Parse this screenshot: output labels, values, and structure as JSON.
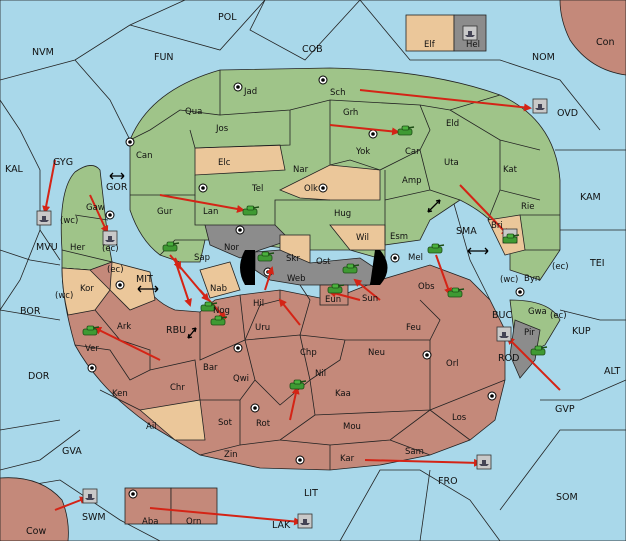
{
  "colors": {
    "sea": "#a9d8ea",
    "player_green": "#9fc489",
    "player_red": "#c4897a",
    "neutral_tan": "#ebc79a",
    "impassable_grey": "#8c8c8c",
    "order_arrow": "#d42416"
  },
  "labels": {
    "pol": "POL",
    "nvm": "NVM",
    "fun": "FUN",
    "cob": "COB",
    "nom": "NOM",
    "con": "Con",
    "elf": "Elf",
    "hel": "Hel",
    "ovd": "OVD",
    "kal": "KAL",
    "gyg": "GYG",
    "gor": "GOR",
    "kam": "KAM",
    "sma": "SMA",
    "mvu": "MVU",
    "tei": "TEI",
    "mit": "MIT",
    "bor": "BOR",
    "buc": "BUC",
    "kup": "KUP",
    "rbu": "RBU",
    "rod": "ROD",
    "dor": "DOR",
    "alt": "ALT",
    "gvp": "GVP",
    "gva": "GVA",
    "fro": "FRO",
    "som": "SOM",
    "lit": "LIT",
    "swm": "SWM",
    "cow": "Cow",
    "aba": "Aba",
    "orn": "Orn",
    "lak": "LAK",
    "jad": "Jad",
    "sch": "Sch",
    "qua": "Qua",
    "jos": "Jos",
    "grh": "Grh",
    "eld": "Eld",
    "can": "Can",
    "yok": "Yok",
    "car": "Car",
    "uta": "Uta",
    "elc": "Elc",
    "nar": "Nar",
    "amp": "Amp",
    "kat": "Kat",
    "tel": "Tel",
    "olk": "Olk",
    "gur": "Gur",
    "lan": "Lan",
    "hug": "Hug",
    "bri": "Bri",
    "rie": "Rie",
    "gaw": "Gaw",
    "her": "Her",
    "nor": "Nor",
    "wil": "Wil",
    "esm": "Esm",
    "sap": "Sap",
    "skr": "Skr",
    "ost": "Ost",
    "web": "Web",
    "mel": "Mel",
    "byn": "Byn",
    "kor": "Kor",
    "nab": "Nab",
    "eun": "Eun",
    "sun": "Sun",
    "obs": "Obs",
    "gwa": "Gwa",
    "ark": "Ark",
    "nog": "Nog",
    "hil": "Hil",
    "uru": "Uru",
    "feu": "Feu",
    "pir": "Pir",
    "ver": "Ver",
    "chp": "Chp",
    "neu": "Neu",
    "orl": "Orl",
    "bar": "Bar",
    "qwi": "Qwi",
    "nil": "Nil",
    "ken": "Ken",
    "chr": "Chr",
    "kaa": "Kaa",
    "ail": "Ail",
    "sot": "Sot",
    "rot": "Rot",
    "mou": "Mou",
    "los": "Los",
    "zin": "Zin",
    "kar": "Kar",
    "sam": "Sam",
    "wc": "(wc)",
    "ec": "(ec)"
  }
}
